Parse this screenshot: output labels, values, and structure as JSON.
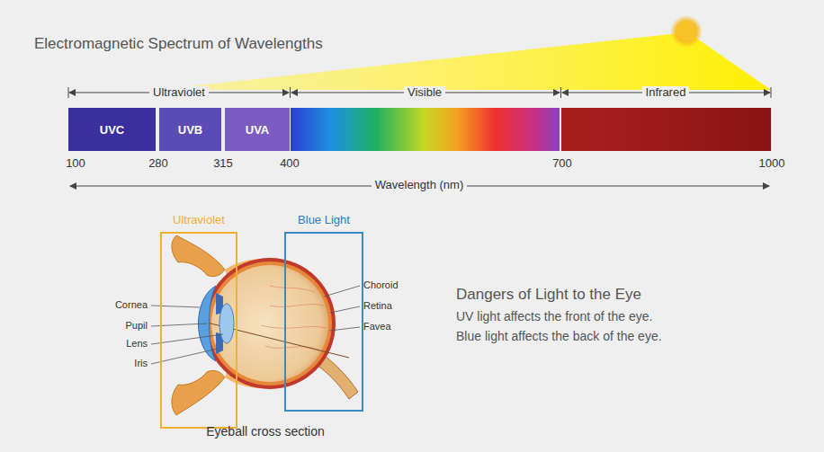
{
  "diagram": {
    "title": "Electromagnetic Spectrum of Wavelengths",
    "nodes": [
      {
        "text": [
          "UVC"
        ]
      },
      {
        "text": [
          "UVB"
        ]
      },
      {
        "text": [
          "UVA"
        ]
      },
      {
        "text": [
          "Ultraviolet"
        ]
      },
      {
        "text": [
          "Blue Light"
        ]
      }
    ],
    "labels": [
      "Ultraviolet",
      "Visible",
      "Infrared",
      "100",
      "280",
      "315",
      "400",
      "700",
      "1000",
      "Wavelength (nm)",
      "Cornea",
      "Pupil",
      "Lens",
      "Iris",
      "Choroid",
      "Retina",
      "Favea",
      "Eyeball cross section",
      "Dangers of Light to the Eye",
      "UV light affects the front of the eye.",
      "Blue light affects the back of the eye."
    ]
  }
}
